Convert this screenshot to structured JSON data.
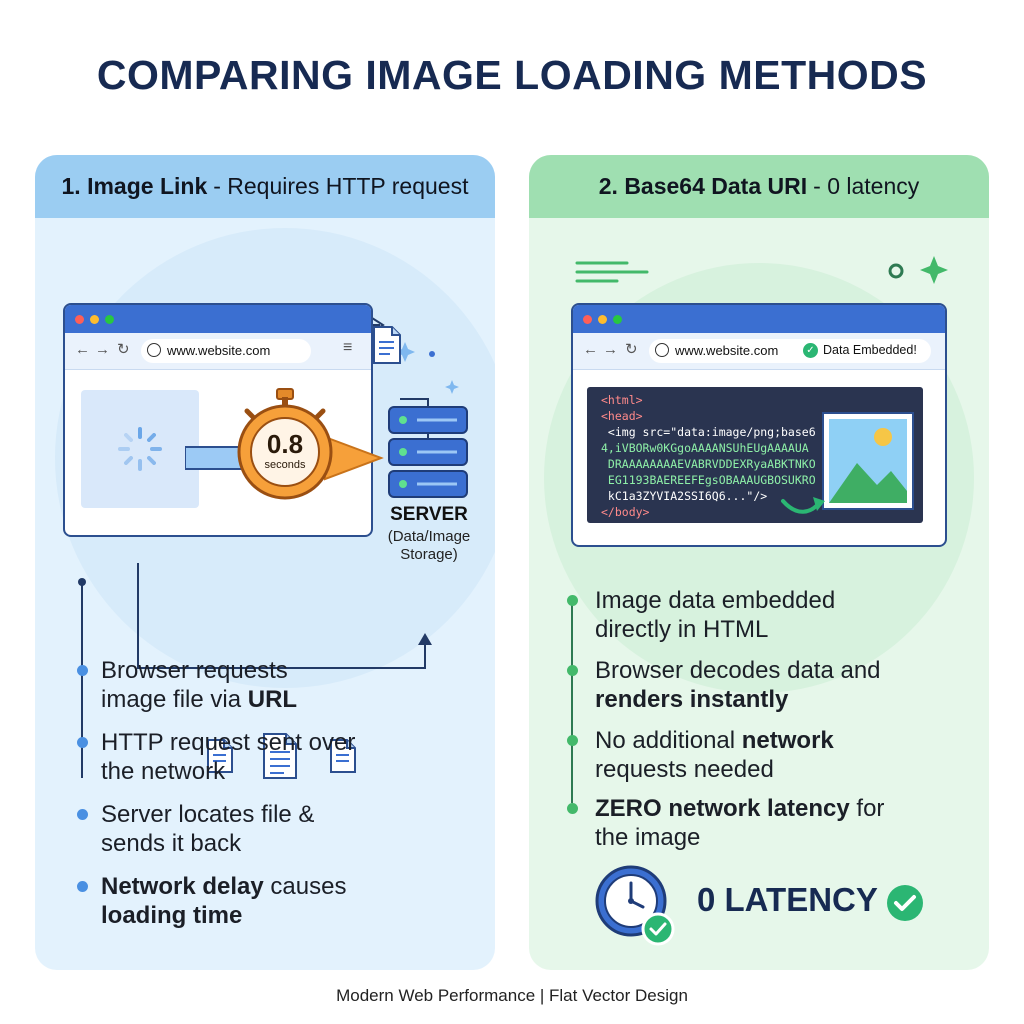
{
  "title": "COMPARING IMAGE LOADING METHODS",
  "left": {
    "header_bold": "1. Image Link",
    "header_rest": "- Requires HTTP request",
    "url": "www.website.com",
    "timer_value": "0.8",
    "timer_unit": "seconds",
    "server_label": "SERVER",
    "server_sub1": "(Data/Image",
    "server_sub2": "Storage)",
    "bullets": [
      {
        "l1_a": "Browser requests",
        "l2_a": "image file via ",
        "l2_b": "URL"
      },
      {
        "l1_a": "HTTP request sent over",
        "l2_a": "the network"
      },
      {
        "l1_a": "Server locates file &",
        "l2_a": "sends it back"
      },
      {
        "l1_b": "Network delay",
        "l1_a": " causes",
        "l2_b": "loading time"
      }
    ]
  },
  "right": {
    "header_bold": "2. Base64 Data URI",
    "header_rest": "- 0 latency",
    "url": "www.website.com",
    "embedded_badge": "Data Embedded!",
    "code_lines": [
      "<html>",
      "<head>",
      " <img src=\"data:image/png;base6",
      "4,iVBORw0KGgoAAAANSUhEUgAAAAUA",
      " DRAAAAAAAAEVABRVDDEXRyaABKTNKO",
      " EG1193BAEREEFEgsOBAAAUGBOSUKRO",
      " kC1a3ZYVIA2SSI6Q6...\"/>",
      "</body>"
    ],
    "bullets": [
      {
        "l1_a": "Image data embedded",
        "l2_a": "directly in HTML"
      },
      {
        "l1_a": "Browser decodes data and",
        "l2_b": "renders instantly"
      },
      {
        "l1_a": "No additional ",
        "l1_b": "network",
        "l2_a": "requests needed"
      },
      {
        "l1_b": "ZERO network latency",
        "l1_a": " for",
        "l2_a": "the image"
      }
    ],
    "latency_label": "0 LATENCY"
  },
  "footer": "Modern Web Performance | Flat Vector Design",
  "colors": {
    "title": "#172a52",
    "left_panel": "#e3f2fd",
    "left_header": "#9bcdf2",
    "right_panel": "#e6f7ea",
    "right_header": "#9fdfb1",
    "browser_blue": "#3b6fd1",
    "timer_orange": "#f6a03a",
    "success_green": "#2bb673"
  }
}
